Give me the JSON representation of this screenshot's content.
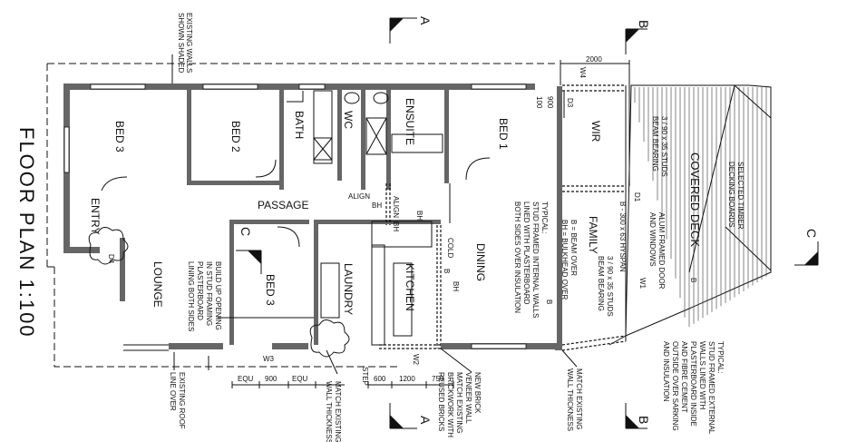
{
  "title": "FLOOR PLAN 1:100",
  "rooms": {
    "bed3_top": "BED 3",
    "bed2": "BED 2",
    "bath": "BATH",
    "wc": "WC",
    "ensuite": "ENSUITE",
    "bed1": "BED 1",
    "wir": "WIR",
    "passage": "PASSAGE",
    "entry": "ENTRY",
    "lounge": "LOUNGE",
    "bed3_low": "BED 3",
    "laundry": "LAUNDRY",
    "kitchen": "KITCHEN",
    "dining": "DINING",
    "family": "FAMILY",
    "covered_deck": "COVERED DECK"
  },
  "section_marks": {
    "a": "A",
    "b": "B",
    "c": "C"
  },
  "notes": {
    "existing_walls": [
      "EXISTING WALLS",
      "SHOWN SHADED"
    ],
    "build_up_opening": [
      "BUILD UP OPENING",
      "IN STUD FRAMING",
      "PLASTERBOARD",
      "LINING BOTH SIDES"
    ],
    "typical_internal": [
      "TYPICAL:",
      "STUD FRAMED INTERNAL WALLS",
      "LINED WITH PLASTERBOARD",
      "BOTH SIDES OVER INSULATION"
    ],
    "beam_bulkhead": [
      "B = BEAM OVER",
      "BH = BULKHEAD OVER"
    ],
    "studs_beam_right": [
      "3 / 90 x 35 STUDS",
      "BEAM BEARING"
    ],
    "hyspan": "B - 300 x 63 HYSPAN",
    "studs_beam_center": [
      "3 / 90 x 35 STUDS",
      "BEAM BEARING"
    ],
    "decking": [
      "SELECTED TIMBER",
      "DECKING BOARDS"
    ],
    "alum_door": [
      "ALUM FRAMED DOOR",
      "AND WINDOWS"
    ],
    "typical_external": [
      "TYPICAL:",
      "STUD FRAMED EXTERNAL",
      "WALLS LINED WITH",
      "PLASTERBOARD INSIDE",
      "AND FIBRE CEMENT",
      "OUTSIDE OVER SARKING",
      "AND INSULATION"
    ],
    "existing_roof": [
      "EXISTING ROOF",
      "LINE OVER"
    ],
    "match_left": [
      "MATCH EXISTING",
      "WALL THICKNESS"
    ],
    "step": "STEP",
    "brick_veneer": [
      "NEW BRICK",
      "VENEER WALL",
      "MATCH EXISTING",
      "BRICKWORK WITH",
      "REUSED BRICKS"
    ],
    "match_right": [
      "MATCH EXISTING",
      "WALL THICKNESS"
    ],
    "align1": "ALIGN",
    "align2": "ALIGN",
    "bh1": "BH",
    "bh2": "BH",
    "bh3": "BH",
    "bh4": "BH",
    "b_kitchen": "B",
    "cold": "COLD",
    "b_dining": "B",
    "b_deck": "B"
  },
  "openings": {
    "d1": "D1",
    "d3": "D3",
    "d4": "D4",
    "w1": "W1",
    "w2": "W2",
    "w3": "W3",
    "w4": "W4"
  },
  "dimensions": {
    "top_2000": "2000",
    "d900": "900",
    "d100": "100",
    "equ_left": "EQU",
    "w_900": "900",
    "equ_right": "EQU",
    "d600": "600",
    "d1200": "1200",
    "d750": "750"
  }
}
